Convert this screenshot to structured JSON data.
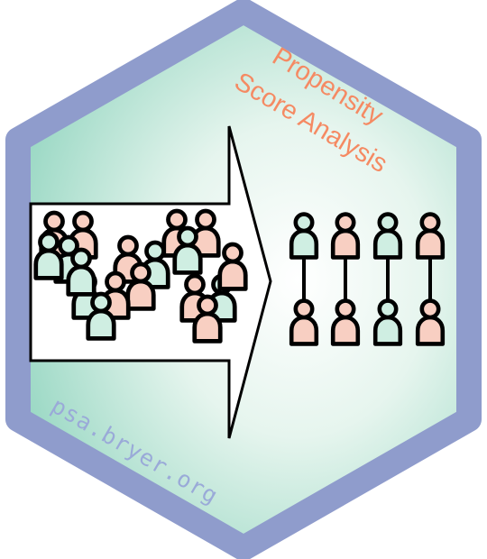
{
  "sticker": {
    "title_line1": "Propensity",
    "title_line2": "Score Analysis",
    "url": "psa.bryer.org"
  },
  "colors": {
    "border": "#8f9ccc",
    "fill_center": "#ffffff",
    "fill_edge": "#9ad8c4",
    "title": "#f58a63",
    "url": "#9aaad8",
    "treated": "#f8cfc2",
    "control": "#cfeee2",
    "outline": "#000000"
  },
  "graphic": {
    "arrow_icon": "right-arrow-icon",
    "person_icon": "person-icon",
    "left_crowd": [
      "treated",
      "treated",
      "control",
      "treated",
      "treated",
      "control",
      "treated",
      "control",
      "treated",
      "control",
      "treated",
      "control",
      "treated",
      "control",
      "treated",
      "control",
      "treated",
      "control"
    ],
    "matched_pairs": [
      {
        "top": "control",
        "bottom": "treated"
      },
      {
        "top": "treated",
        "bottom": "treated"
      },
      {
        "top": "control",
        "bottom": "control"
      },
      {
        "top": "treated",
        "bottom": "treated"
      }
    ]
  }
}
